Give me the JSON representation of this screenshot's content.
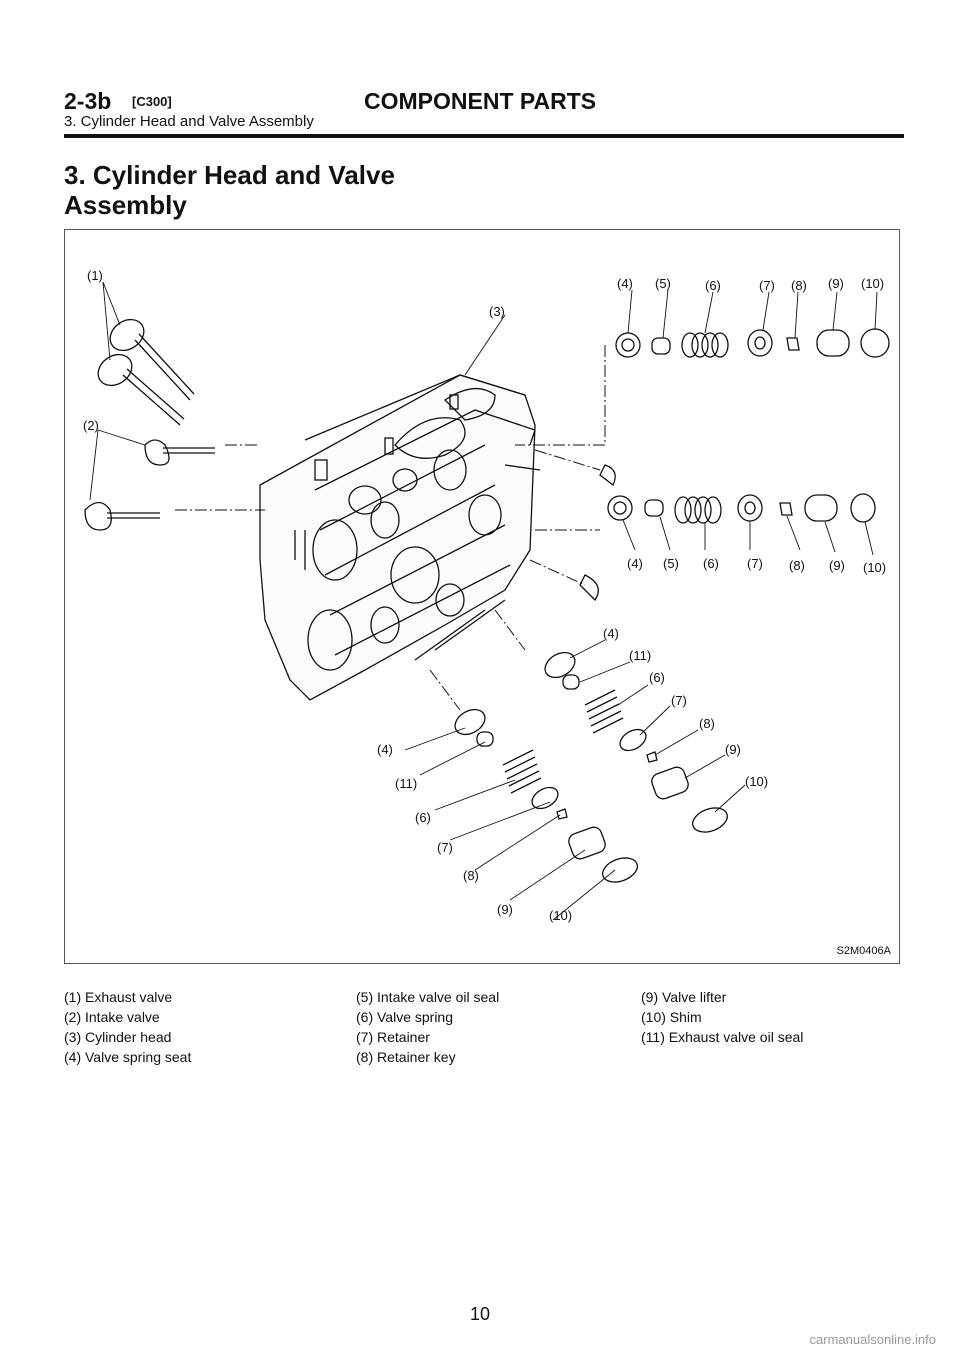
{
  "header": {
    "section_code": "2-3b",
    "section_sub": "[C300]",
    "section_title": "COMPONENT PARTS",
    "breadcrumb": "3. Cylinder Head and Valve Assembly"
  },
  "page_title": "3. Cylinder Head and Valve Assembly",
  "figure": {
    "code": "S2M0406A",
    "callouts": [
      "(1)",
      "(2)",
      "(3)",
      "(4)",
      "(5)",
      "(6)",
      "(7)",
      "(8)",
      "(9)",
      "(10)",
      "(11)"
    ]
  },
  "legend": [
    "(1)  Exhaust valve",
    "(2)  Intake valve",
    "(3)  Cylinder head",
    "(4)  Valve spring seat",
    "(5)  Intake valve oil seal",
    "(6)  Valve spring",
    "(7)  Retainer",
    "(8)  Retainer key",
    "(9)  Valve lifter",
    "(10) Shim",
    "(11) Exhaust valve oil seal"
  ],
  "page_number": "10",
  "watermark": "carmanualsonline.info"
}
